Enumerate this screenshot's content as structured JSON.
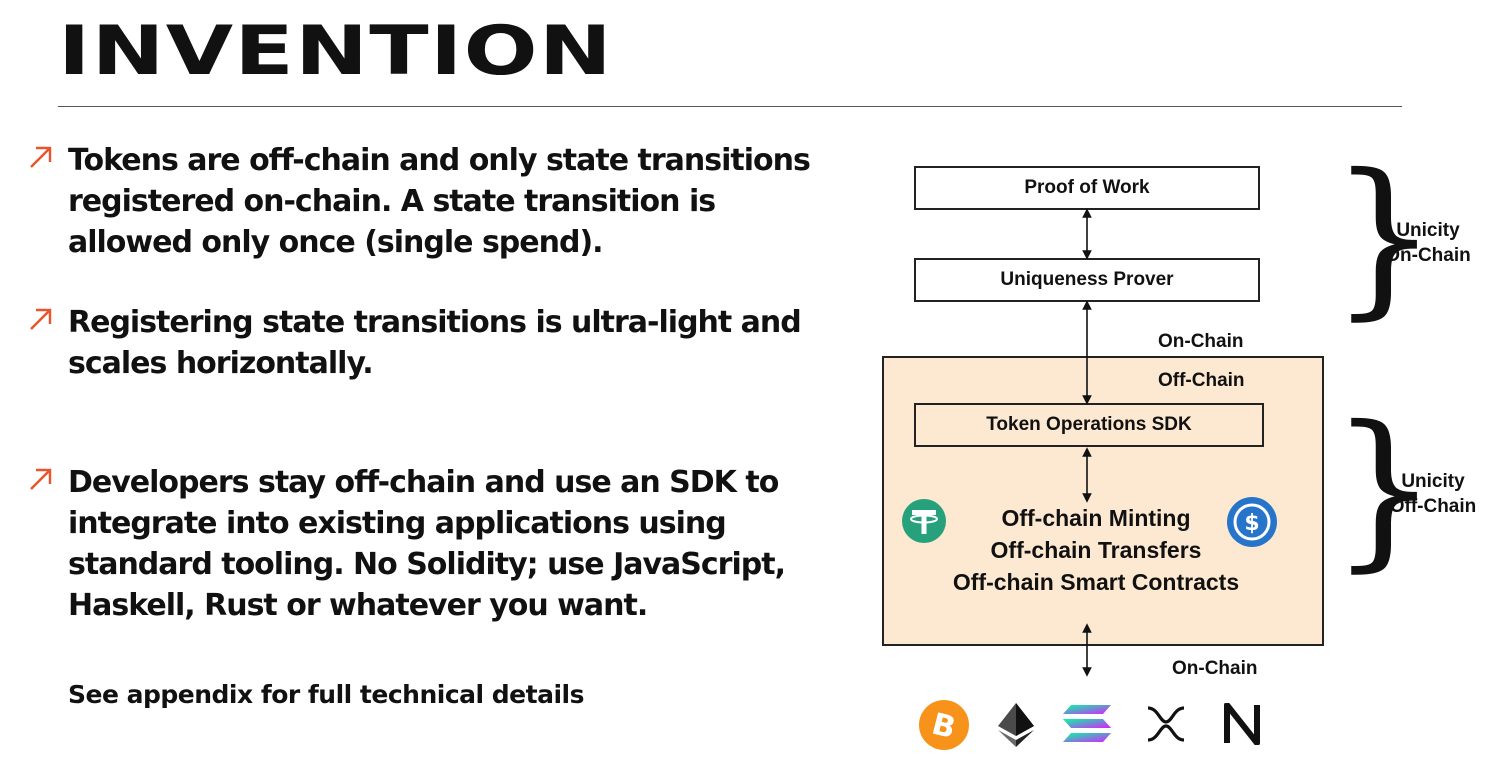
{
  "title": "INVENTION",
  "bullets": [
    "Tokens are off-chain and only state transitions registered on-chain. A state transition is allowed only once (single spend).",
    "Registering state transitions is ultra-light and scales horizontally.",
    "Developers stay off-chain and  use an SDK to integrate into existing applications using standard tooling. No Solidity; use JavaScript, Haskell, Rust or whatever you want."
  ],
  "note": "See appendix for full technical details",
  "diagram": {
    "proof_of_work": "Proof of Work",
    "uniqueness_prover": "Uniqueness Prover",
    "on_chain_upper": "On-Chain",
    "off_chain": "Off-Chain",
    "token_sdk": "Token Operations SDK",
    "operations": [
      "Off-chain Minting",
      "Off-chain Transfers",
      "Off-chain Smart Contracts"
    ],
    "on_chain_lower": "On-Chain",
    "unicity_on_chain": [
      "Unicity",
      "On-Chain"
    ],
    "unicity_off_chain": [
      "Unicity",
      "Off-Chain"
    ]
  },
  "icons": {
    "left_coin": "tether-icon",
    "right_coin": "usdc-icon",
    "chains": [
      "bitcoin-icon",
      "ethereum-icon",
      "solana-icon",
      "xrp-icon",
      "near-icon"
    ]
  },
  "colors": {
    "accent_arrow": "#e8542b",
    "offchain_panel": "#fde9d1",
    "tether": "#26a17b",
    "usdc": "#2775ca",
    "bitcoin": "#f7931a"
  }
}
